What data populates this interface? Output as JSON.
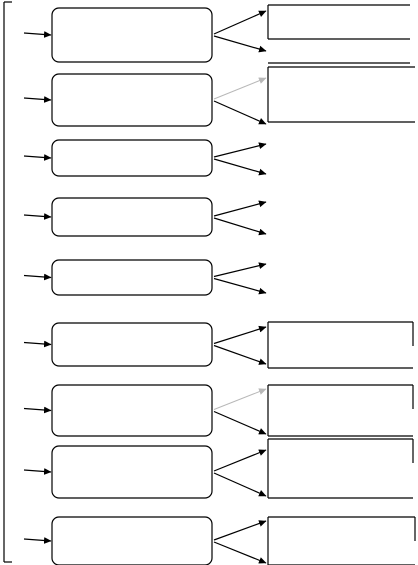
{
  "diagram": {
    "type": "flowchart",
    "rows": [
      {
        "box_text": "",
        "outputs": [
          "",
          ""
        ],
        "faint_top_arrow": false,
        "output_group": "bracket-open"
      },
      {
        "box_text": "",
        "outputs": [
          "",
          ""
        ],
        "faint_top_arrow": true,
        "output_group": "bracket-open"
      },
      {
        "box_text": "",
        "outputs": [
          "",
          ""
        ],
        "faint_top_arrow": false,
        "output_group": "none"
      },
      {
        "box_text": "",
        "outputs": [
          "",
          ""
        ],
        "faint_top_arrow": false,
        "output_group": "none"
      },
      {
        "box_text": "",
        "outputs": [
          "",
          ""
        ],
        "faint_top_arrow": false,
        "output_group": "none"
      },
      {
        "box_text": "",
        "outputs": [
          "",
          ""
        ],
        "faint_top_arrow": false,
        "output_group": "bracket-closed"
      },
      {
        "box_text": "",
        "outputs": [
          "",
          ""
        ],
        "faint_top_arrow": true,
        "output_group": "bracket-closed"
      },
      {
        "box_text": "",
        "outputs": [
          "",
          ""
        ],
        "faint_top_arrow": false,
        "output_group": "bracket-closed"
      },
      {
        "box_text": "",
        "outputs": [
          "",
          ""
        ],
        "faint_top_arrow": false,
        "output_group": "bracket-closed"
      }
    ]
  }
}
